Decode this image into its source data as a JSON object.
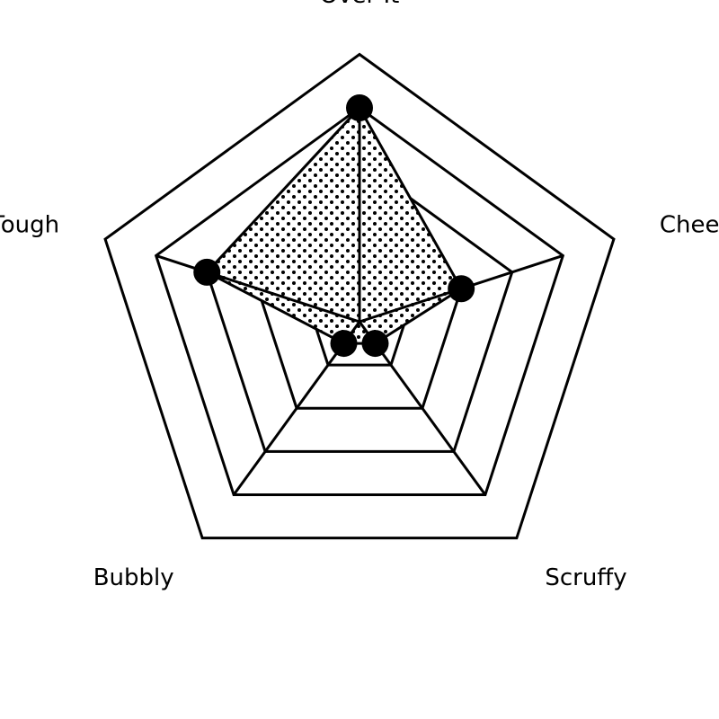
{
  "chart_data": {
    "type": "radar",
    "axes": [
      "Over It",
      "Cheerful",
      "Scruffy",
      "Bubbly",
      "Tough"
    ],
    "values": [
      4,
      2,
      0.5,
      0.5,
      3
    ],
    "range": [
      0,
      4
    ],
    "grid_levels": [
      1,
      2,
      3,
      4
    ],
    "grid_extends_to": 5,
    "colors": {
      "stroke": "#000000",
      "fill_pattern": "dots",
      "background": "#ffffff"
    }
  }
}
